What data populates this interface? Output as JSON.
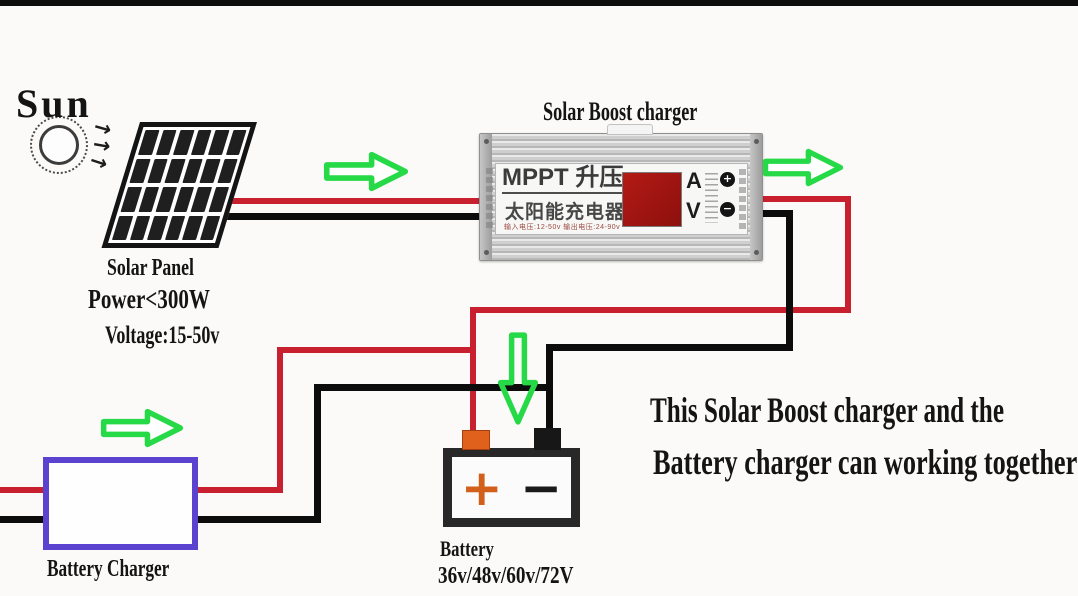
{
  "sun": {
    "label": "Sun",
    "ray_icon": "→"
  },
  "solar_panel": {
    "name": "Solar Panel",
    "power": "Power<300W",
    "voltage": "Voltage:15-50v"
  },
  "boost_charger": {
    "title": "Solar Boost charger",
    "panel_text_line1": "MPPT 升压",
    "panel_text_line2": "太阳能充电器",
    "panel_text_line3": "输入电压:12-50v  输出电压:24-90v",
    "amp_label": "A",
    "volt_label": "V",
    "plus_button": "+",
    "minus_button": "−"
  },
  "battery_charger": {
    "label": "Battery Charger"
  },
  "battery": {
    "label": "Battery",
    "voltages": "36v/48v/60v/72V",
    "positive_symbol": "+",
    "negative_symbol": "−"
  },
  "note": {
    "line1": "This Solar Boost charger and the",
    "line2": "Battery charger can working together"
  },
  "colors": {
    "wire_positive_red": "#c8202e",
    "wire_negative_black": "#0c0c0c",
    "arrow_green": "#26d947",
    "charger_box_purple": "#5b43cf",
    "terminal_orange": "#e0611c",
    "led_display_red": "#a31412"
  }
}
